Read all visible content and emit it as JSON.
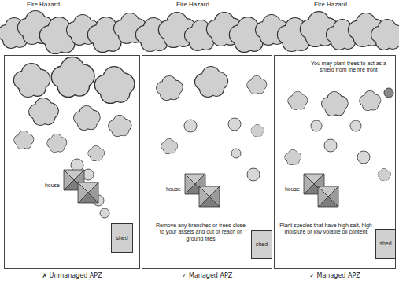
{
  "diagram": {
    "nodes": [
      {
        "text": [
          "✗ Unmanaged APZ"
        ]
      },
      {
        "text": [
          "house"
        ],
        "in": 0
      },
      {
        "text": [
          "shed"
        ],
        "in": 0
      },
      {
        "text": [
          "Remove any branches or trees close to your assets and out of reach of ground fires",
          "✓ Managed APZ"
        ]
      },
      {
        "text": [
          "house"
        ],
        "in": 3
      },
      {
        "text": [
          "shed"
        ],
        "in": 3
      },
      {
        "text": [
          "You may plant trees to act as a shield from the fire front",
          "Plant species that have high salt, high moisture or low volatile oil content",
          "✓ Managed APZ"
        ]
      },
      {
        "text": [
          "house"
        ],
        "in": 6
      },
      {
        "text": [
          "shed"
        ],
        "in": 6
      }
    ],
    "labels": [
      "Fire Hazard",
      "Fire Hazard",
      "Fire Hazard"
    ]
  }
}
